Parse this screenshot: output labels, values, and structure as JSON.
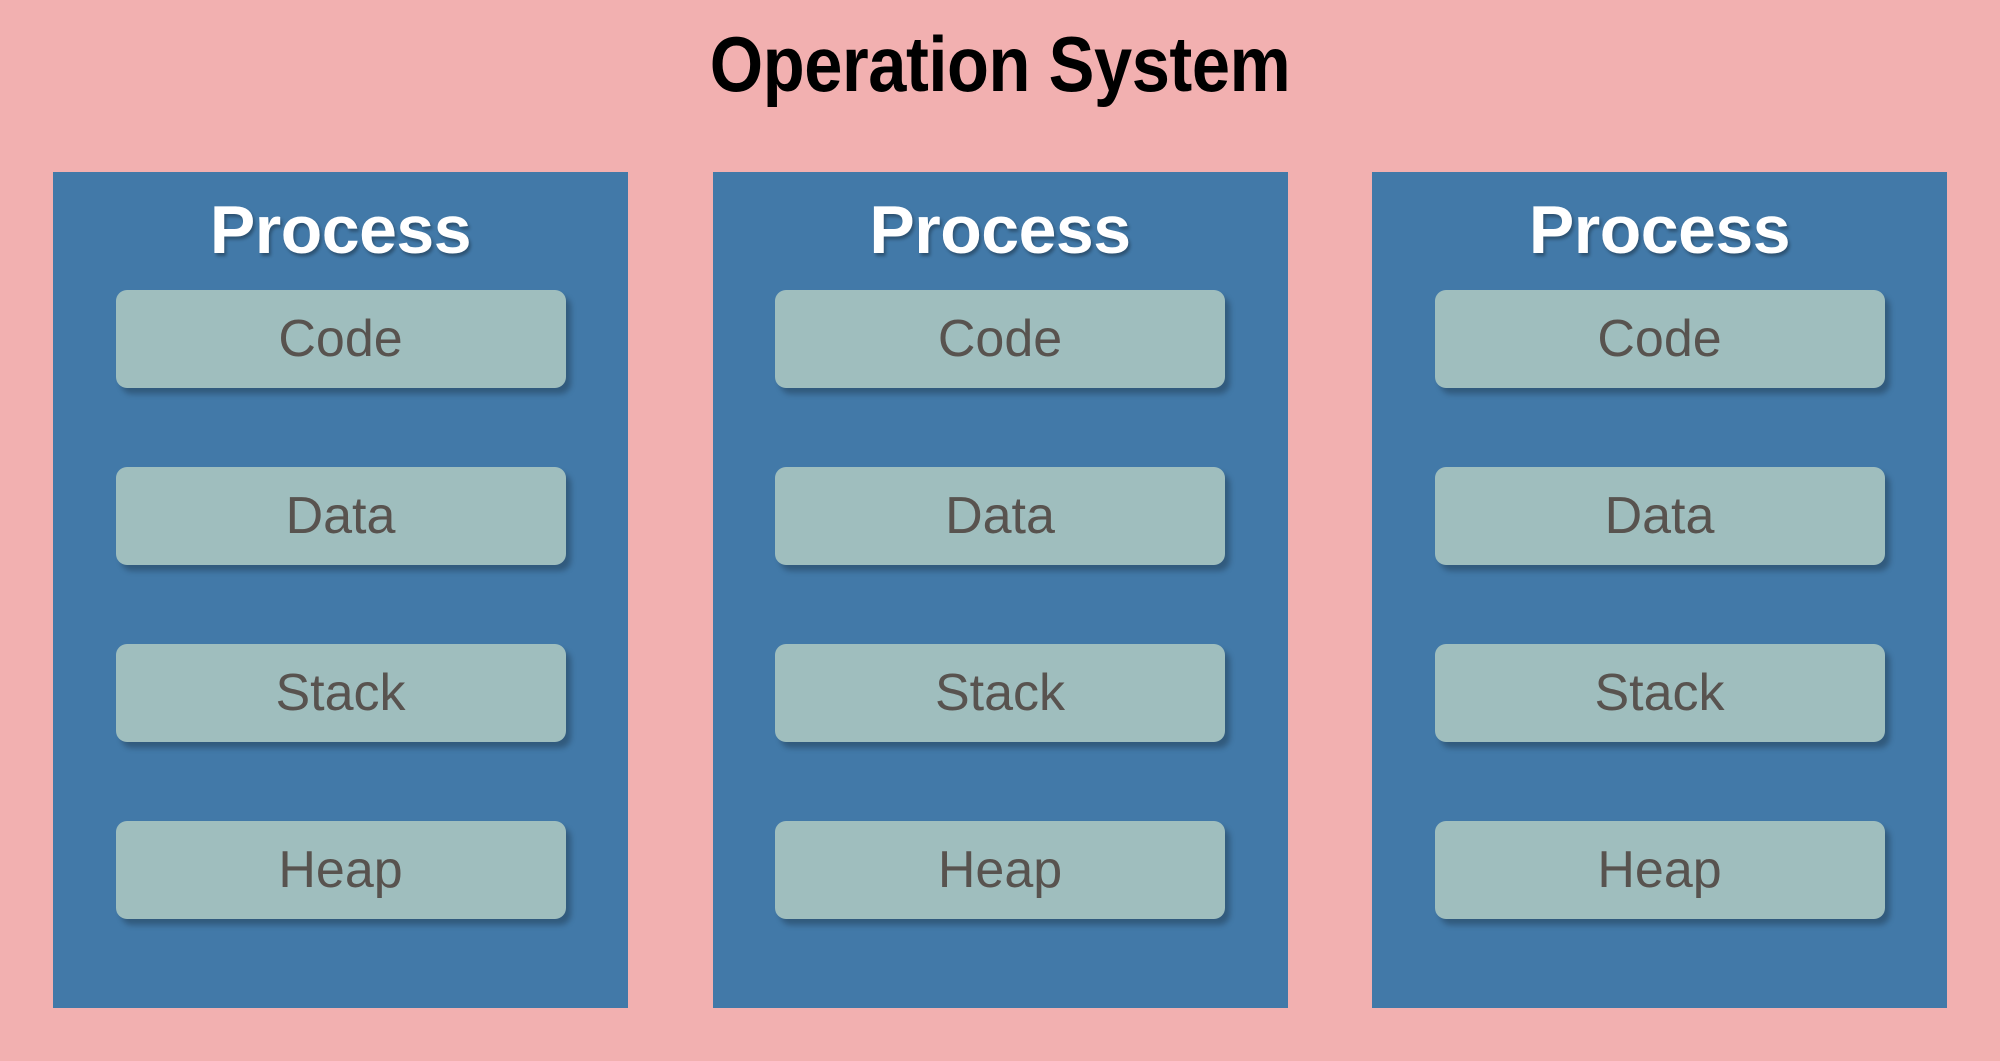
{
  "diagram": {
    "title": "Operation System",
    "background_color": "#f2b0b0",
    "panel_color": "#4279a8",
    "segment_color": "#9fbebe",
    "title_color": "#000000",
    "panel_title_color": "#ffffff",
    "segment_label_color": "#58534f"
  },
  "processes": [
    {
      "title": "Process",
      "segments": [
        {
          "label": "Code"
        },
        {
          "label": "Data"
        },
        {
          "label": "Stack"
        },
        {
          "label": "Heap"
        }
      ]
    },
    {
      "title": "Process",
      "segments": [
        {
          "label": "Code"
        },
        {
          "label": "Data"
        },
        {
          "label": "Stack"
        },
        {
          "label": "Heap"
        }
      ]
    },
    {
      "title": "Process",
      "segments": [
        {
          "label": "Code"
        },
        {
          "label": "Data"
        },
        {
          "label": "Stack"
        },
        {
          "label": "Heap"
        }
      ]
    }
  ]
}
